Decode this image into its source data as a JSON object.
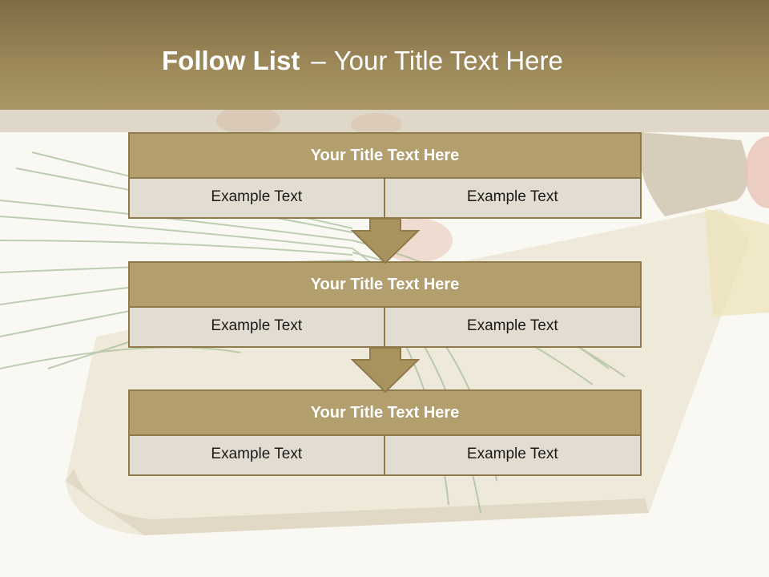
{
  "slide": {
    "title_bold": "Follow List",
    "title_sep": "–",
    "title_rest": "Your Title Text Here"
  },
  "colors": {
    "header": "#9a8657",
    "block_title": "#b39e6e",
    "block_border": "#8f7a4c",
    "block_cell": "#e3dcd0",
    "arrow": "#a8935f"
  },
  "blocks": [
    {
      "title": "Your Title Text Here",
      "cells": [
        "Example Text",
        "Example Text"
      ]
    },
    {
      "title": "Your Title Text Here",
      "cells": [
        "Example Text",
        "Example Text"
      ]
    },
    {
      "title": "Your Title Text Here",
      "cells": [
        "Example Text",
        "Example Text"
      ]
    }
  ]
}
